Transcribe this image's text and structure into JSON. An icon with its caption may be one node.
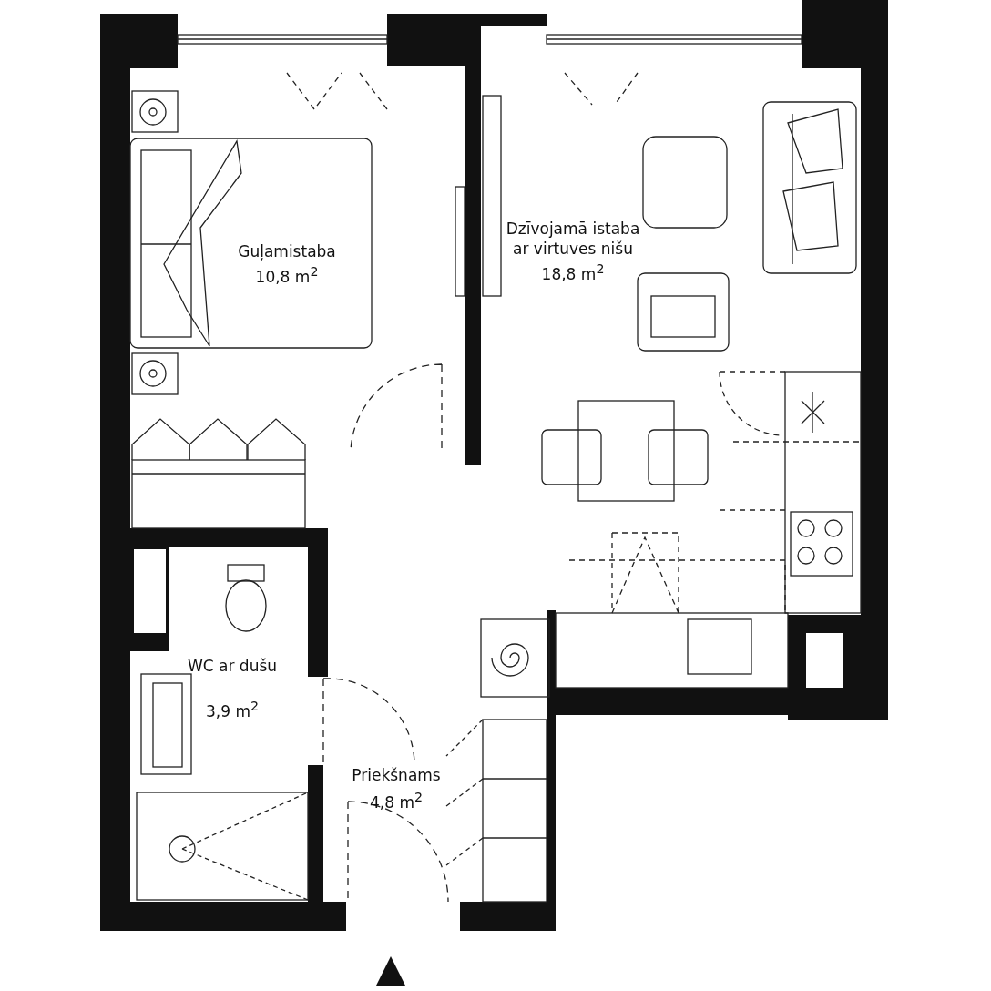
{
  "diagram": {
    "nodes": [
      {
        "text": [
          "Guļamistaba",
          "10,8 m$^{2}$"
        ]
      },
      {
        "text": [
          "Dzīvojamā istaba ar virtuves nišu",
          "18,8 m$^{2}$"
        ]
      },
      {
        "text": [
          "WC ar dušu",
          "3,9 m$^{2}$"
        ]
      },
      {
        "text": [
          "Priekšnams",
          "4,8 m$^{2}$"
        ]
      }
    ],
    "edges": []
  }
}
